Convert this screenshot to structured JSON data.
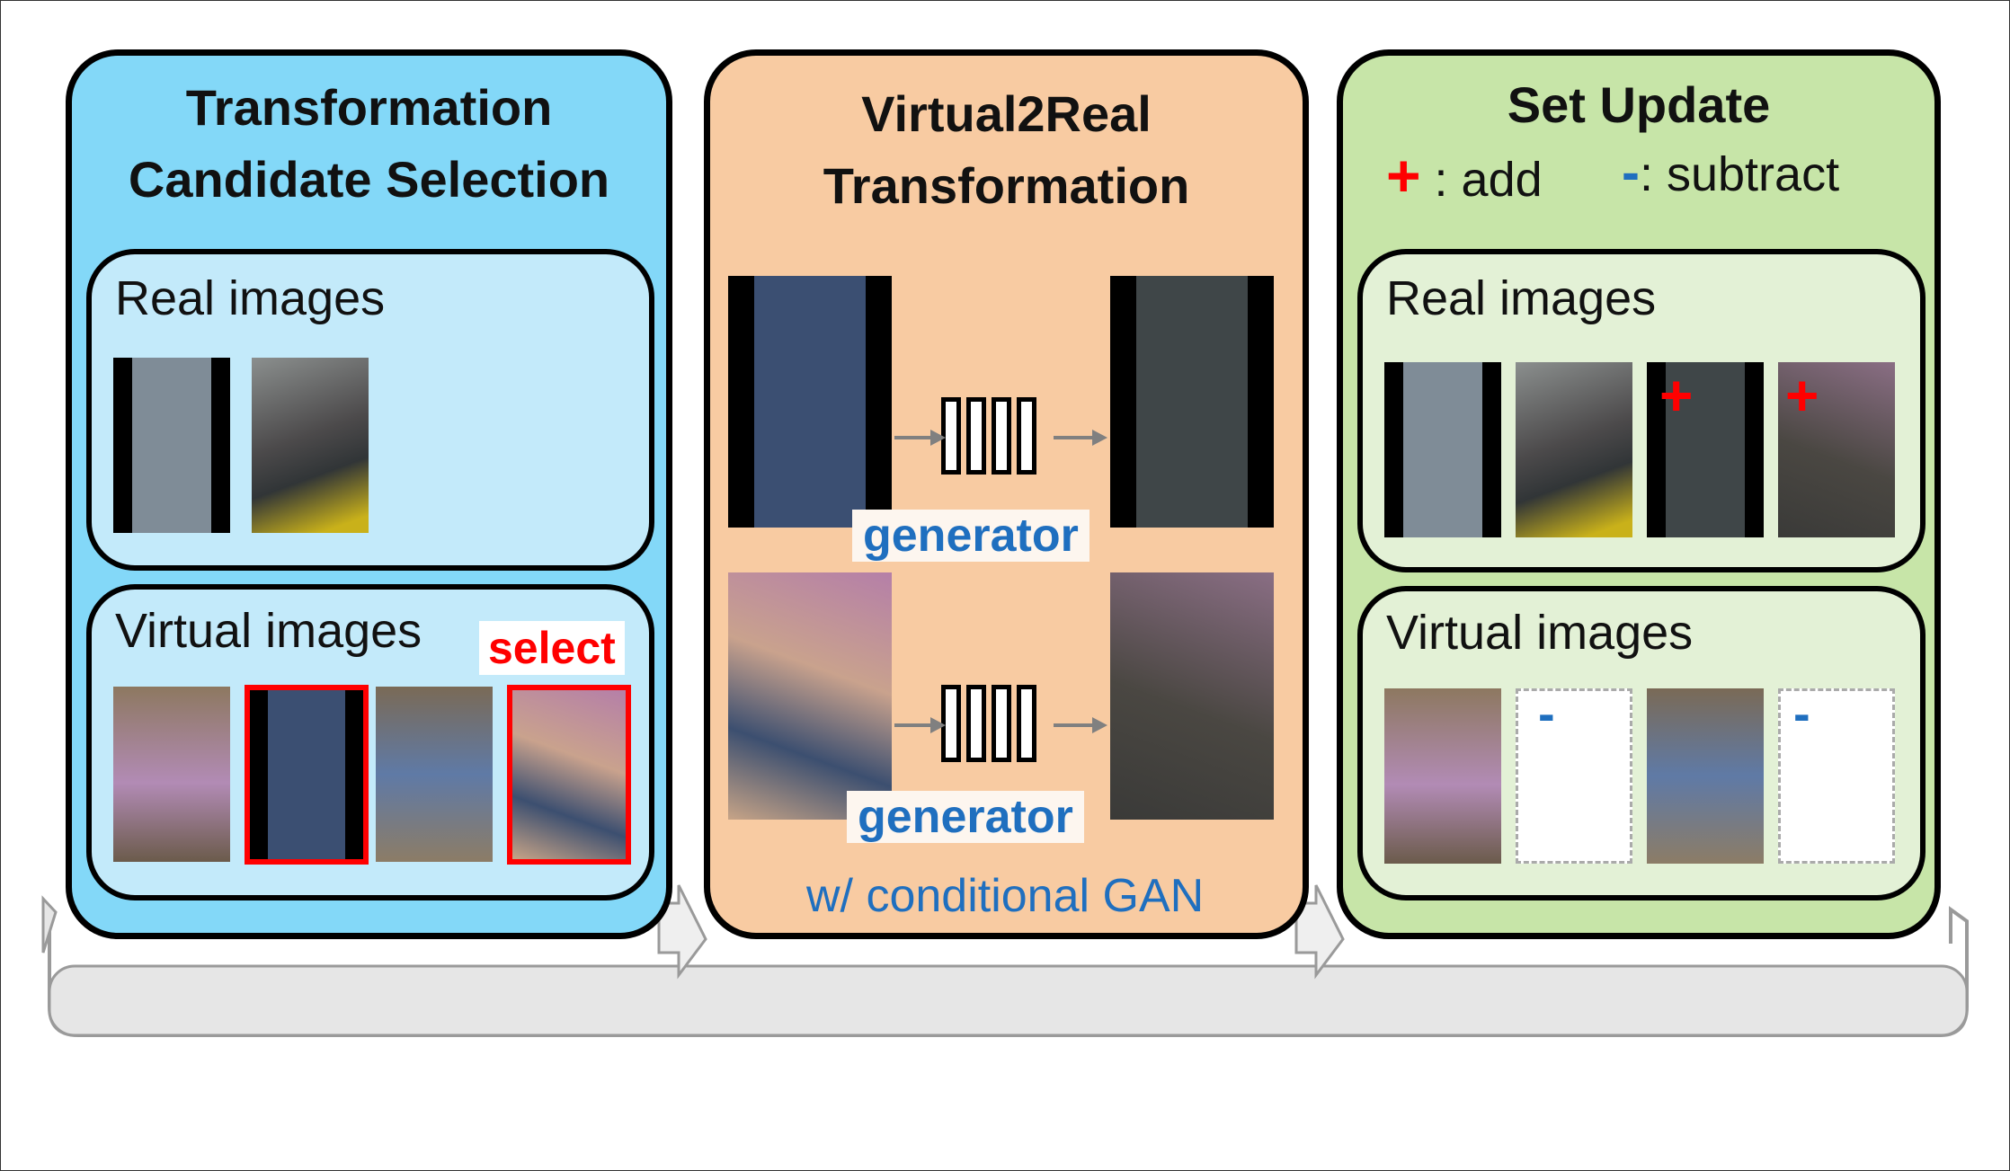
{
  "panels": {
    "selection": {
      "title_line1": "Transformation",
      "title_line2": "Candidate Selection",
      "real_label": "Real images",
      "virtual_label": "Virtual images",
      "select_label": "select"
    },
    "transformation": {
      "title_line1": "Virtual2Real",
      "title_line2": "Transformation",
      "generator_label": "generator",
      "cgan_label": "w/ conditional GAN"
    },
    "update": {
      "title": "Set Update",
      "add_symbol": "+",
      "add_label": " : add",
      "subtract_symbol": "-",
      "subtract_label": ": subtract",
      "real_label": "Real images",
      "virtual_label": "Virtual images"
    }
  },
  "colors": {
    "selection_bg": "#83d8f8",
    "transformation_bg": "#f8cba2",
    "update_bg": "#c7e5a8",
    "select_red": "#ff0000",
    "label_blue": "#1f6fbf"
  }
}
